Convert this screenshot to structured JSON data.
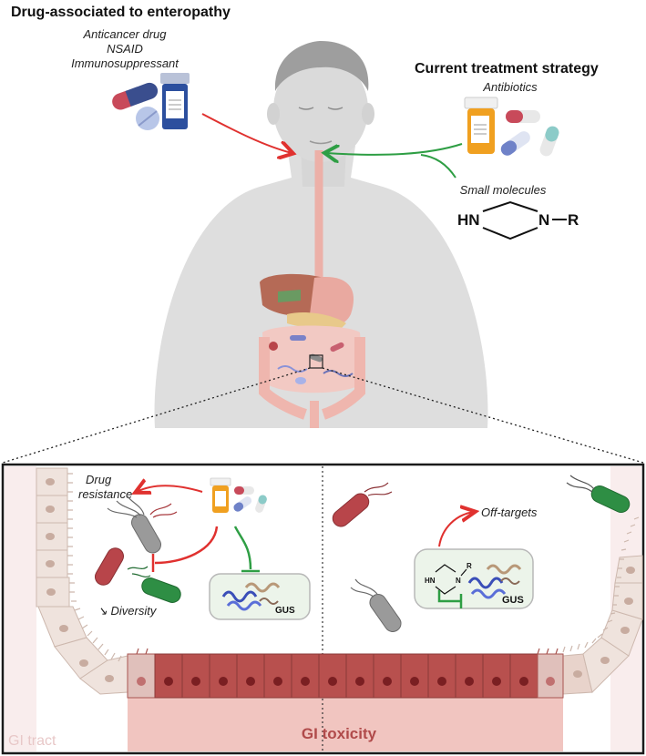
{
  "header": {
    "left_title": "Drug-associated to enteropathy",
    "left_items": [
      "Anticancer drug",
      "NSAID",
      "Immunosuppressant"
    ],
    "right_title": "Current treatment strategy",
    "antibiotics_label": "Antibiotics",
    "small_molecules_label": "Small molecules",
    "molecule": {
      "hn": "HN",
      "n": "N",
      "r": "R"
    }
  },
  "panel_left": {
    "drug_resistance": [
      "Drug",
      "resistance"
    ],
    "diversity": "↘ Diversity",
    "gus_label": "GUS"
  },
  "panel_right": {
    "off_targets": "Off-targets",
    "gus_label": "GUS",
    "mini_molecule": {
      "hn": "HN",
      "n": "N",
      "r": "R"
    }
  },
  "regions": {
    "gi_tract": "GI tract",
    "gi_toxicity": "GI toxicity"
  },
  "colors": {
    "red_arrow": "#e0312f",
    "green_arrow": "#2e9e44",
    "gi_tract_text": "#e8c8c8",
    "gi_toxicity_text": "#b04a4a",
    "body_skin": "#dcdcdc",
    "epithelium_tox": "#b8504e"
  }
}
